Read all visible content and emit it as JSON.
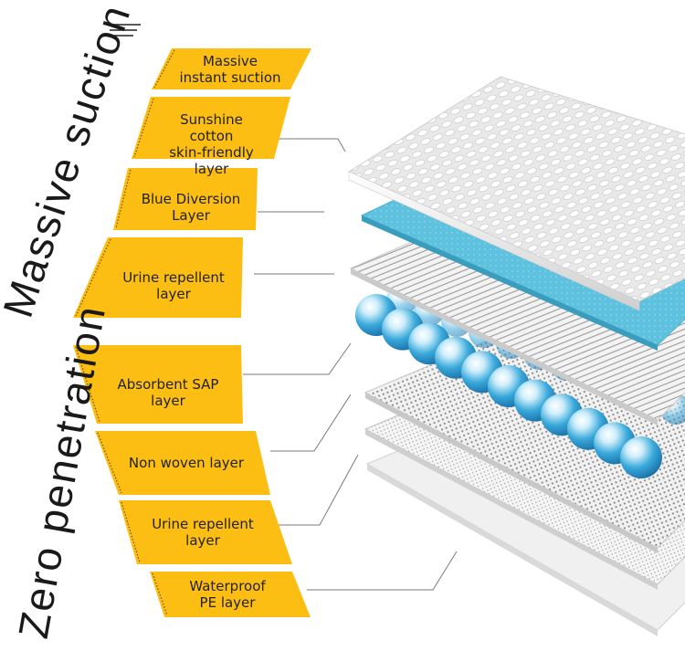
{
  "left_titles": {
    "top": "Massive suction",
    "bottom": "Zero penetration"
  },
  "layers": [
    {
      "label": "Massive\ninstant suction"
    },
    {
      "label": "Sunshine cotton\nskin-friendly layer"
    },
    {
      "label": "Blue Diversion Layer"
    },
    {
      "label": "Urine repellent layer"
    },
    {
      "label": "Absorbent SAP layer"
    },
    {
      "label": "Non woven layer"
    },
    {
      "label": "Urine repellent\nlayer"
    },
    {
      "label": "Waterproof\nPE layer"
    }
  ],
  "colors": {
    "tab_fill": "#FDBE13",
    "blue_layer": "#5EC2DF",
    "leader_line": "#7a7a7a",
    "sap_bead": "#2F9FD3"
  },
  "icons": {
    "header": "menu-lines-icon"
  }
}
